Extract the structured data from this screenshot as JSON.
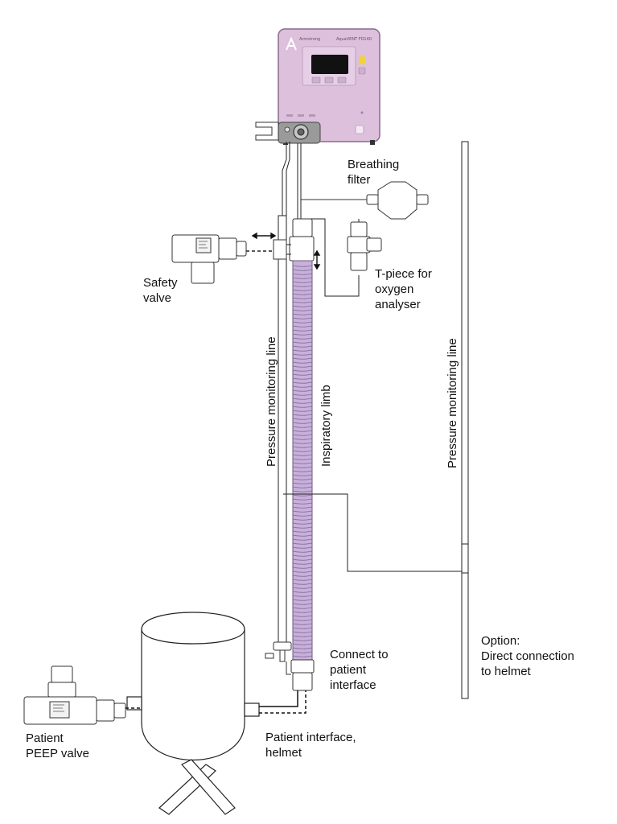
{
  "labels": {
    "breathing_filter": [
      "Breathing",
      "filter"
    ],
    "safety_valve": [
      "Safety",
      "valve"
    ],
    "t_piece": [
      "T-piece for",
      "oxygen",
      "analyser"
    ],
    "pressure_line_left": "Pressure monitoring line",
    "inspiratory_limb": "Inspiratory limb",
    "pressure_line_right": "Pressure monitoring line",
    "connect_patient": [
      "Connect to",
      "patient",
      "interface"
    ],
    "option": [
      "Option:",
      "Direct connection",
      "to helmet"
    ],
    "patient_interface": [
      "Patient interface,",
      "helmet"
    ],
    "peep_valve": [
      "Patient",
      "PEEP valve"
    ]
  },
  "device": {
    "brand": "Armstrong",
    "model": "AquaVENT FD140"
  },
  "colors": {
    "device_body": "#dcc0dc",
    "device_border": "#8a6a8a",
    "screen": "#111111",
    "indicator": "#f2d13a",
    "tubing": "#c9b0dc",
    "lines": "#222222"
  }
}
